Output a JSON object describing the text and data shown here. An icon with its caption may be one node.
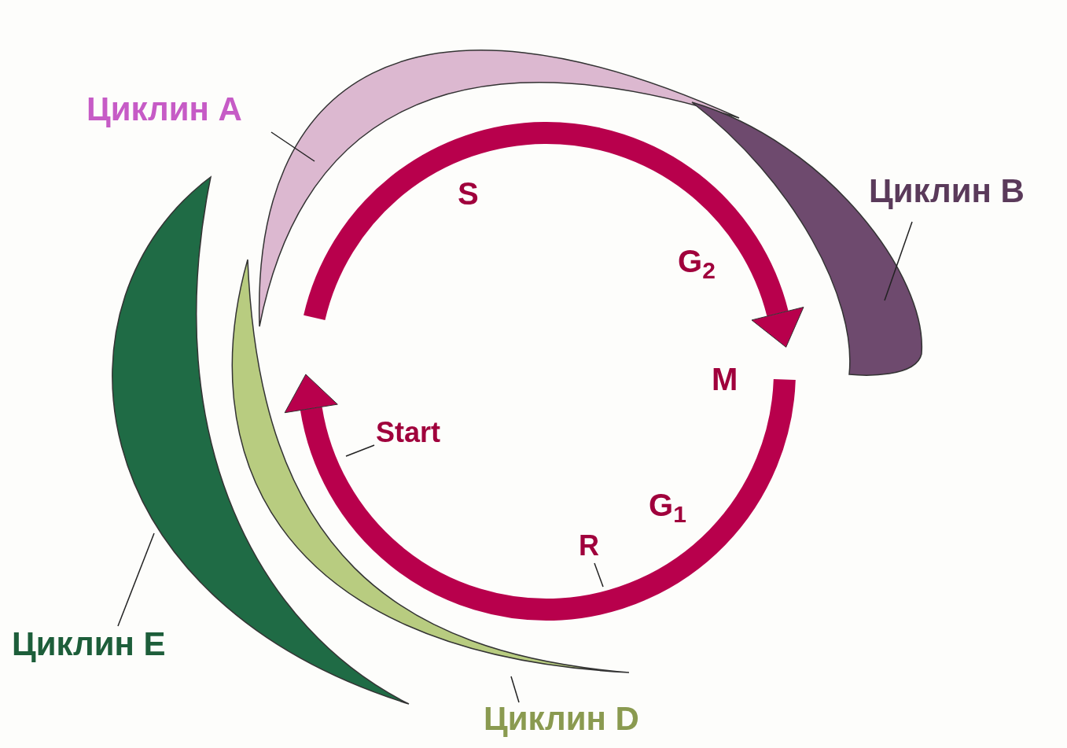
{
  "diagram": {
    "nodes": [
      {
        "text": [
          "Циклин A"
        ]
      },
      {
        "text": [],
        "shape": "crescent"
      },
      {
        "text": [
          "Циклин B"
        ]
      },
      {
        "text": [],
        "shape": "crescent"
      },
      {
        "text": [
          "Циклин E"
        ]
      },
      {
        "text": [],
        "shape": "crescent"
      },
      {
        "text": [
          "Циклин D"
        ]
      },
      {
        "text": [],
        "shape": "crescent"
      },
      {
        "text": [
          "Start"
        ]
      },
      {
        "text": [
          "R"
        ]
      }
    ],
    "edges": [
      {
        "from": 0,
        "to": 1,
        "arrow": "none"
      },
      {
        "from": 2,
        "to": 3,
        "arrow": "none"
      },
      {
        "from": 4,
        "to": 5,
        "arrow": "none"
      },
      {
        "from": 6,
        "to": 7,
        "arrow": "none"
      },
      {
        "from": 8,
        "to": null,
        "arrow": "none"
      },
      {
        "from": 9,
        "to": null,
        "arrow": "none"
      }
    ],
    "labels": [
      "S",
      "G$_{2}$",
      "M",
      "G$_{1}$"
    ]
  }
}
